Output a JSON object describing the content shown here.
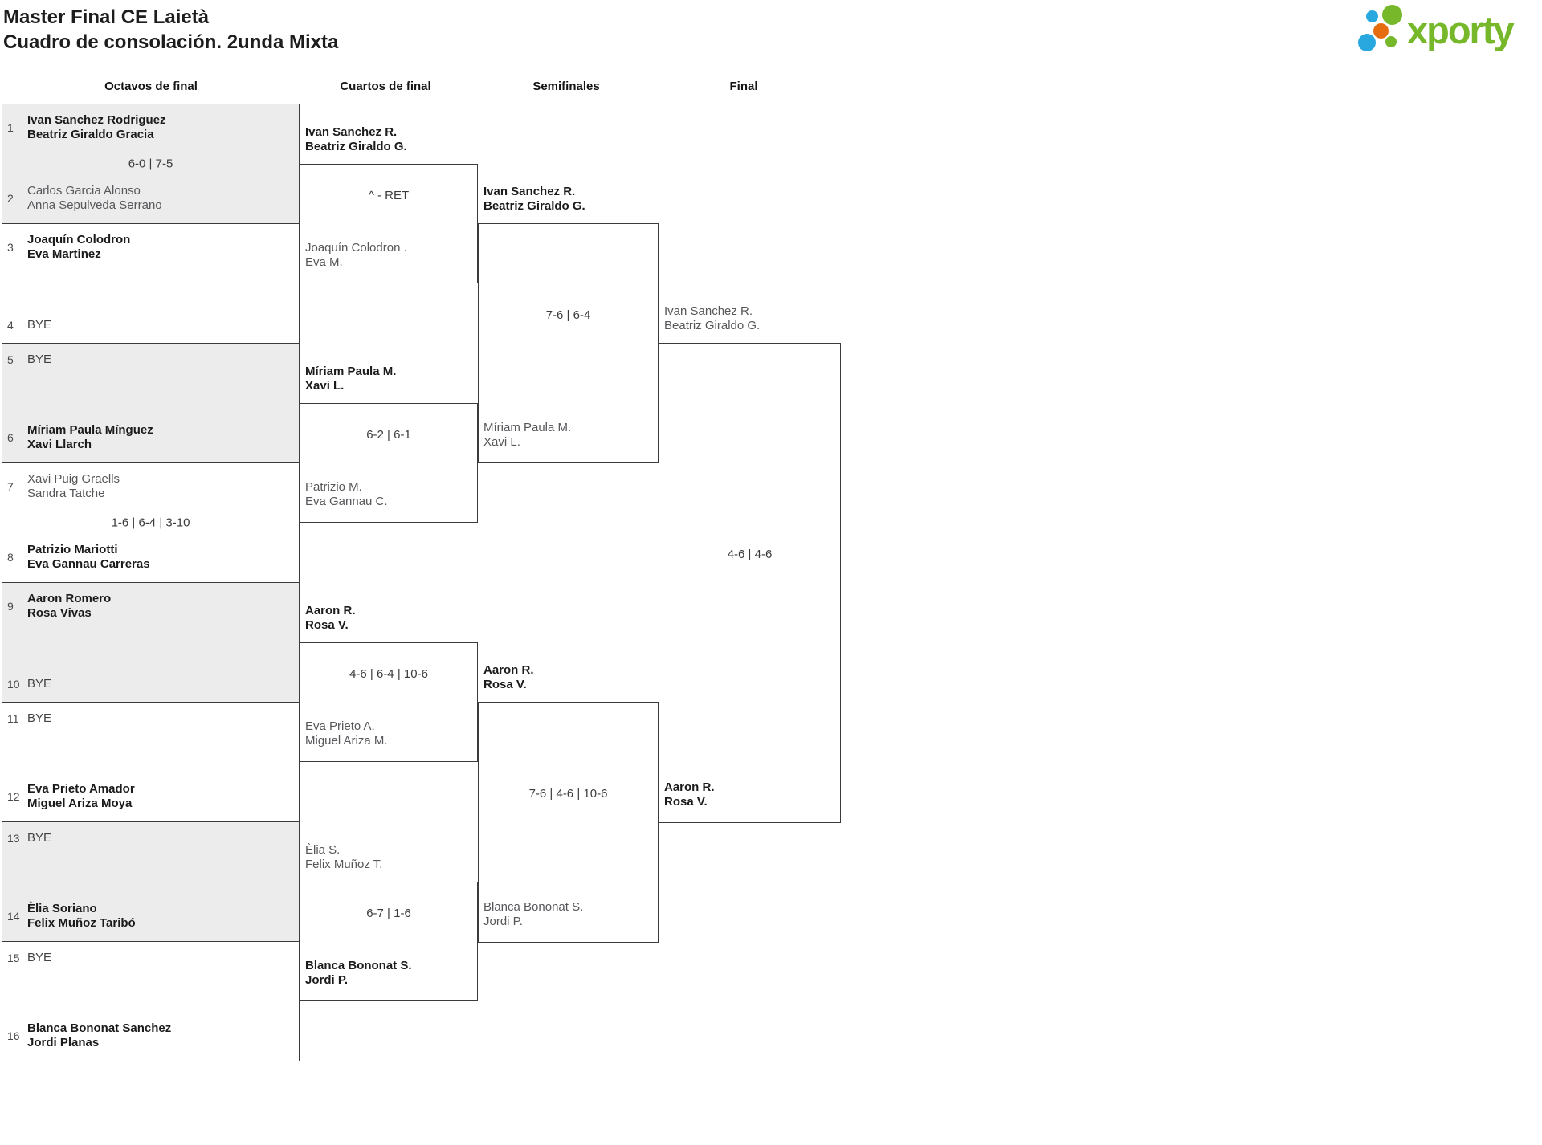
{
  "title": {
    "line1": "Master Final CE Laietà",
    "line2": "Cuadro de consolación. 2unda Mixta"
  },
  "logo": {
    "text": "xporty",
    "colors": {
      "green": "#76b82a",
      "blue": "#29a8e0",
      "orange": "#e56d10"
    }
  },
  "round_headers": [
    "Octavos de final",
    "Cuartos de final",
    "Semifinales",
    "Final"
  ],
  "colors": {
    "box_border": "#3b3b3b",
    "gray_row_bg": "#ececec",
    "winner_text": "#1b1b1b",
    "loser_text": "#57575b"
  },
  "octavos": [
    {
      "slot_top": {
        "num": "1",
        "name1": "Ivan Sanchez Rodriguez",
        "name2": "Beatriz Giraldo Gracia"
      },
      "score": "6-0 | 7-5",
      "slot_bottom": {
        "num": "2",
        "name1": "Carlos Garcia Alonso",
        "name2": "Anna Sepulveda Serrano"
      }
    },
    {
      "slot_top": {
        "num": "3",
        "name1": "Joaquín Colodron",
        "name2": "Eva Martinez"
      },
      "score": "",
      "slot_bottom": {
        "num": "4",
        "name1": "BYE",
        "name2": ""
      }
    },
    {
      "slot_top": {
        "num": "5",
        "name1": "BYE",
        "name2": ""
      },
      "score": "",
      "slot_bottom": {
        "num": "6",
        "name1": "Míriam Paula Mínguez",
        "name2": "Xavi Llarch"
      }
    },
    {
      "slot_top": {
        "num": "7",
        "name1": "Xavi Puig Graells",
        "name2": "Sandra Tatche"
      },
      "score": "1-6 | 6-4 | 3-10",
      "slot_bottom": {
        "num": "8",
        "name1": "Patrizio Mariotti",
        "name2": "Eva Gannau Carreras"
      }
    },
    {
      "slot_top": {
        "num": "9",
        "name1": "Aaron Romero",
        "name2": "Rosa Vivas"
      },
      "score": "",
      "slot_bottom": {
        "num": "10",
        "name1": "BYE",
        "name2": ""
      }
    },
    {
      "slot_top": {
        "num": "11",
        "name1": "BYE",
        "name2": ""
      },
      "score": "",
      "slot_bottom": {
        "num": "12",
        "name1": "Eva Prieto Amador",
        "name2": "Miguel Ariza Moya"
      }
    },
    {
      "slot_top": {
        "num": "13",
        "name1": "BYE",
        "name2": ""
      },
      "score": "",
      "slot_bottom": {
        "num": "14",
        "name1": "Èlia Soriano",
        "name2": "Felix Muñoz Taribó"
      }
    },
    {
      "slot_top": {
        "num": "15",
        "name1": "BYE",
        "name2": ""
      },
      "score": "",
      "slot_bottom": {
        "num": "16",
        "name1": "Blanca Bononat Sanchez",
        "name2": "Jordi Planas"
      }
    }
  ],
  "cuartos": [
    {
      "top": {
        "name1": "Ivan Sanchez R.",
        "name2": "Beatriz Giraldo G."
      },
      "score": "^ - RET",
      "bottom": {
        "name1": "Joaquín Colodron .",
        "name2": "Eva M."
      }
    },
    {
      "top": {
        "name1": "Míriam Paula M.",
        "name2": "Xavi L."
      },
      "score": "6-2 | 6-1",
      "bottom": {
        "name1": "Patrizio M.",
        "name2": "Eva Gannau C."
      }
    },
    {
      "top": {
        "name1": "Aaron R.",
        "name2": "Rosa V."
      },
      "score": "4-6 | 6-4 | 10-6",
      "bottom": {
        "name1": "Eva Prieto A.",
        "name2": "Miguel Ariza M."
      }
    },
    {
      "top": {
        "name1": "Èlia S.",
        "name2": "Felix Muñoz T."
      },
      "score": "6-7 | 1-6",
      "bottom": {
        "name1": "Blanca Bononat S.",
        "name2": "Jordi P."
      }
    }
  ],
  "semifinales": [
    {
      "top": {
        "name1": "Ivan Sanchez R.",
        "name2": "Beatriz Giraldo G."
      },
      "score": "7-6 | 6-4",
      "bottom": {
        "name1": "Míriam Paula M.",
        "name2": "Xavi L."
      }
    },
    {
      "top": {
        "name1": "Aaron R.",
        "name2": "Rosa V."
      },
      "score": "7-6 | 4-6 | 10-6",
      "bottom": {
        "name1": "Blanca Bononat S.",
        "name2": "Jordi P."
      }
    }
  ],
  "final": {
    "top": {
      "name1": "Ivan Sanchez R.",
      "name2": "Beatriz Giraldo G."
    },
    "score": "4-6 | 4-6",
    "bottom": {
      "name1": "Aaron R.",
      "name2": "Rosa V."
    }
  }
}
